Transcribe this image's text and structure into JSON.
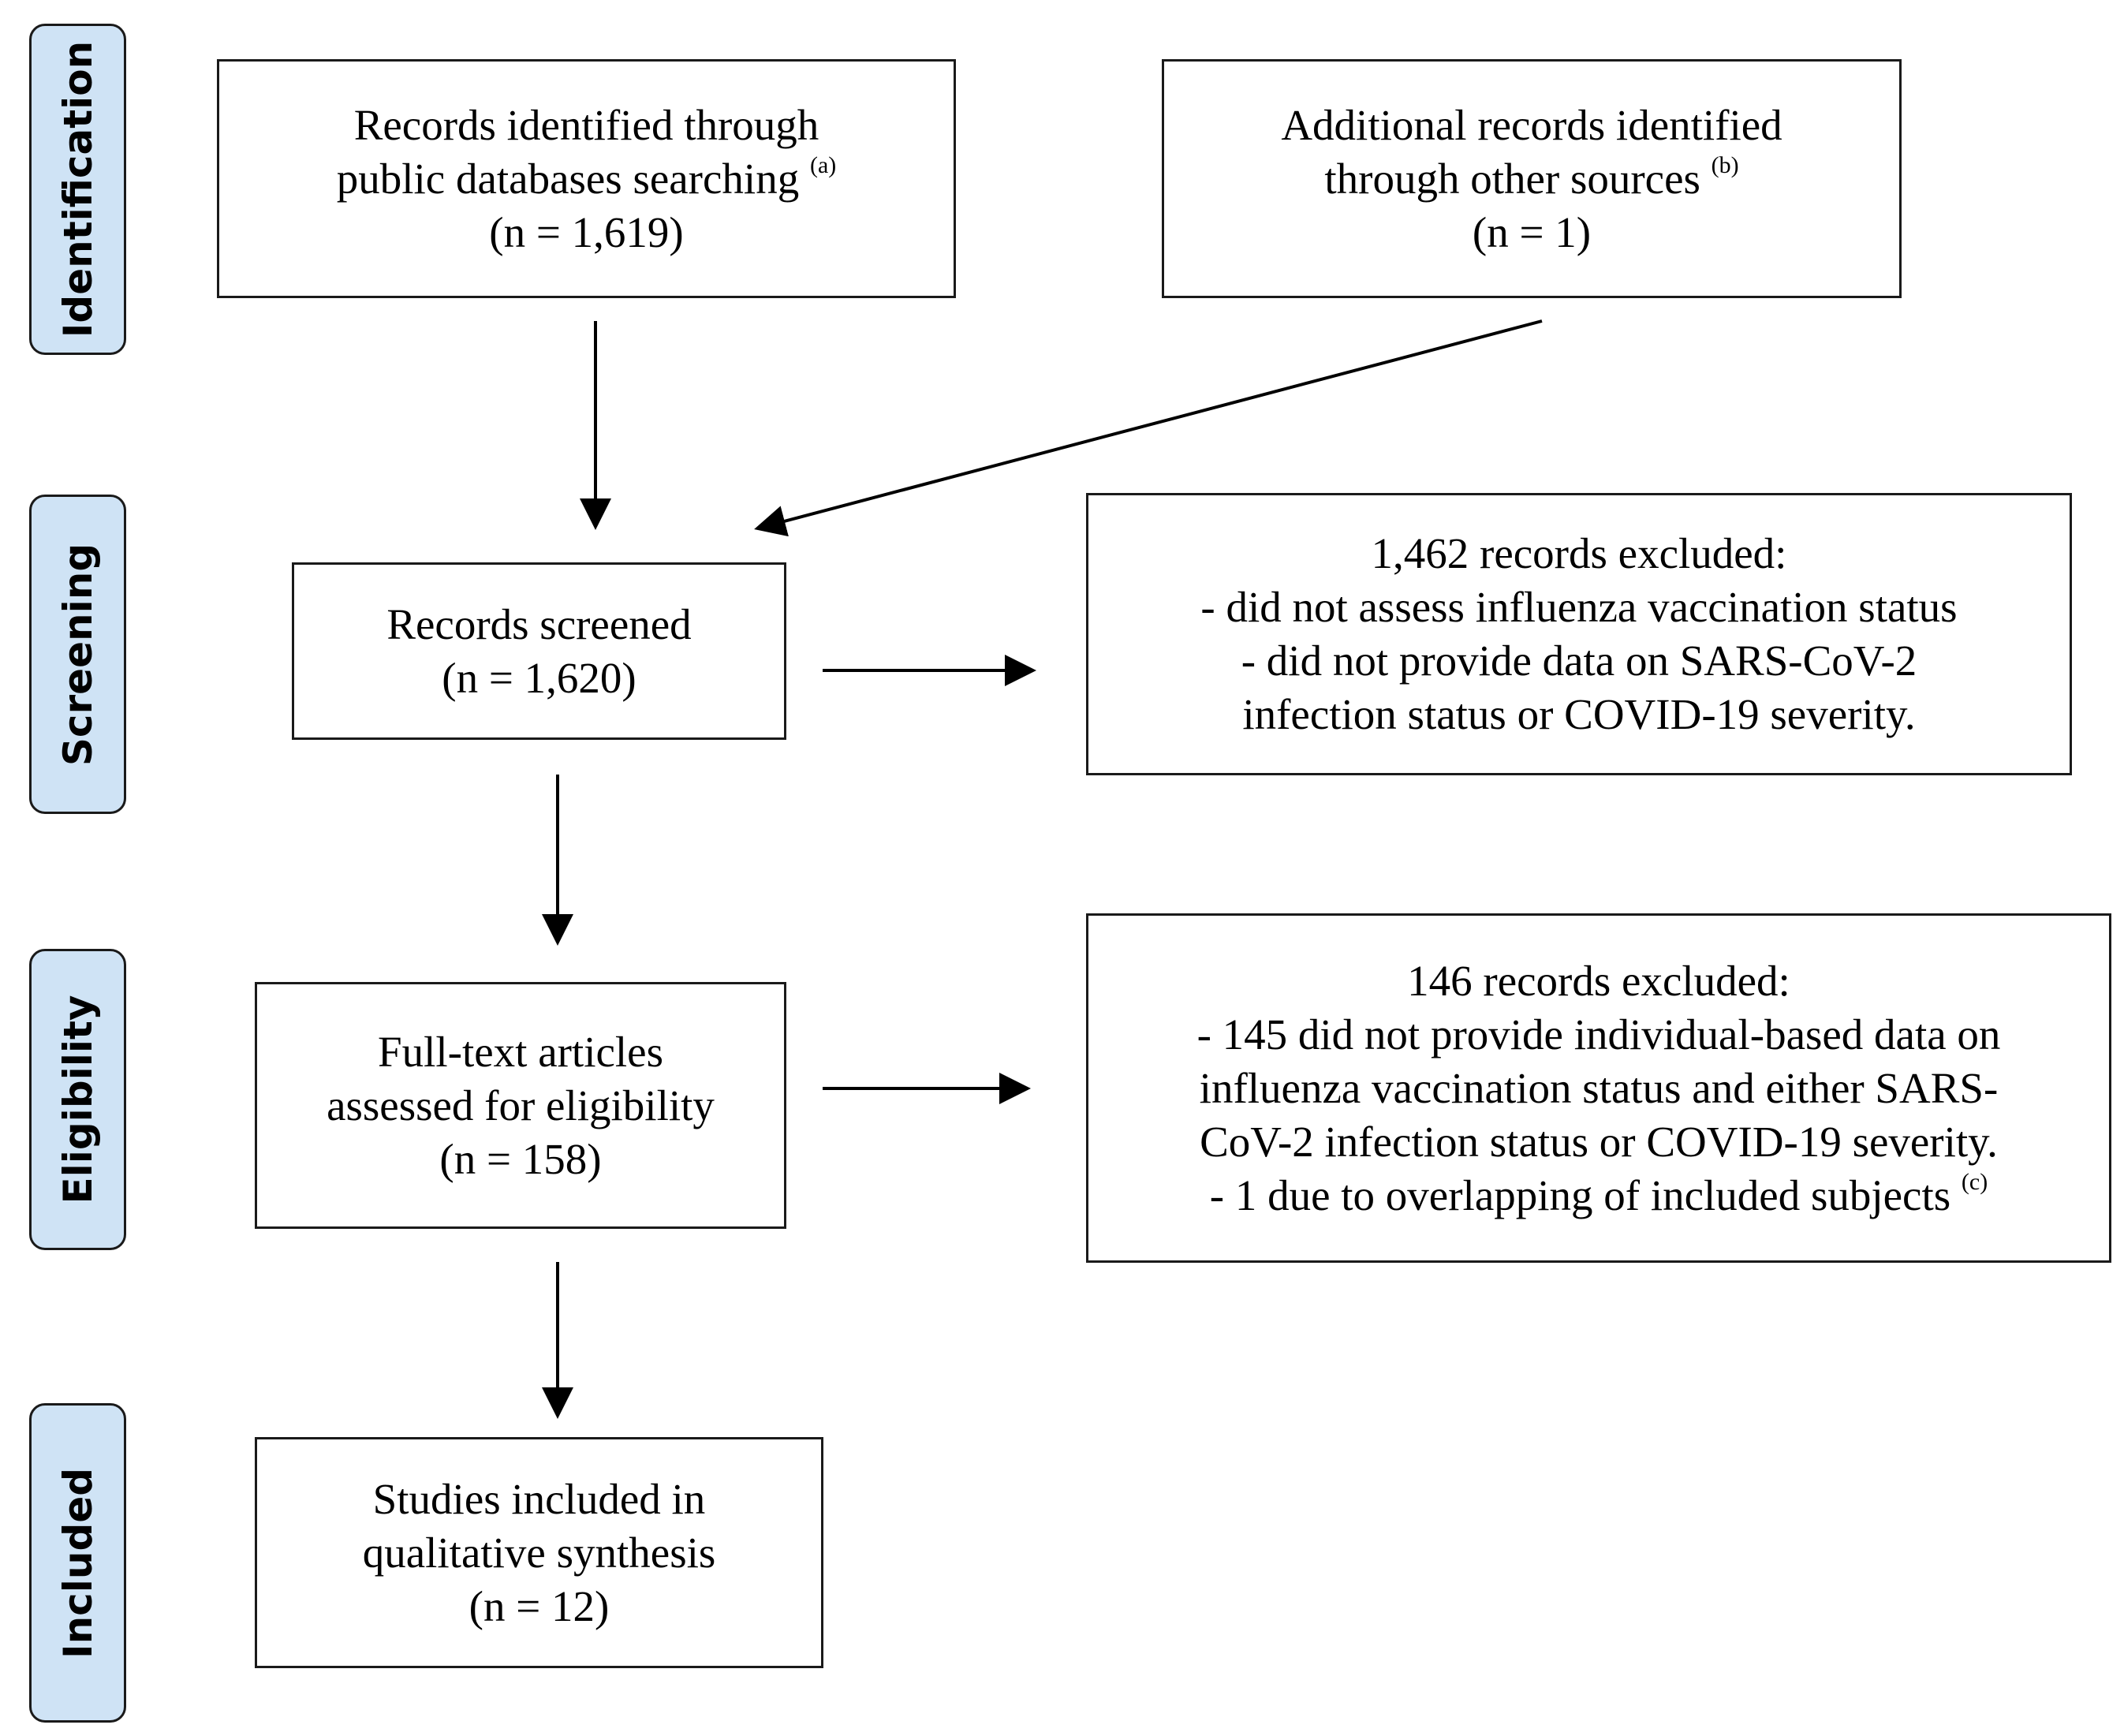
{
  "phases": {
    "identification": "Identification",
    "screening": "Screening",
    "eligibility": "Eligibility",
    "included": "Included"
  },
  "boxes": {
    "databases": {
      "line1": "Records identified through",
      "line2": "public databases searching",
      "note": "(a)",
      "count": "(n = 1,619)"
    },
    "other_sources": {
      "line1": "Additional records identified",
      "line2": "through other sources",
      "note": "(b)",
      "count": "(n = 1)"
    },
    "screened": {
      "line1": "Records screened",
      "count": "(n = 1,620)"
    },
    "screen_excluded": {
      "line1": "1,462 records excluded:",
      "line2": "- did not assess influenza vaccination status",
      "line3": "- did not provide data on SARS-CoV-2",
      "line4": "infection status or COVID-19 severity."
    },
    "full_text": {
      "line1": "Full-text articles",
      "line2": "assessed for eligibility",
      "count": "(n = 158)"
    },
    "elig_excluded": {
      "line1": "146 records excluded:",
      "line2": "- 145 did not provide individual-based data on",
      "line3": "influenza vaccination status and either SARS-",
      "line4": "CoV-2 infection status or COVID-19 severity.",
      "line5": "- 1 due to overlapping of included subjects",
      "note": "(c)"
    },
    "included": {
      "line1": "Studies included in",
      "line2": "qualitative synthesis",
      "count": "(n = 12)"
    }
  }
}
